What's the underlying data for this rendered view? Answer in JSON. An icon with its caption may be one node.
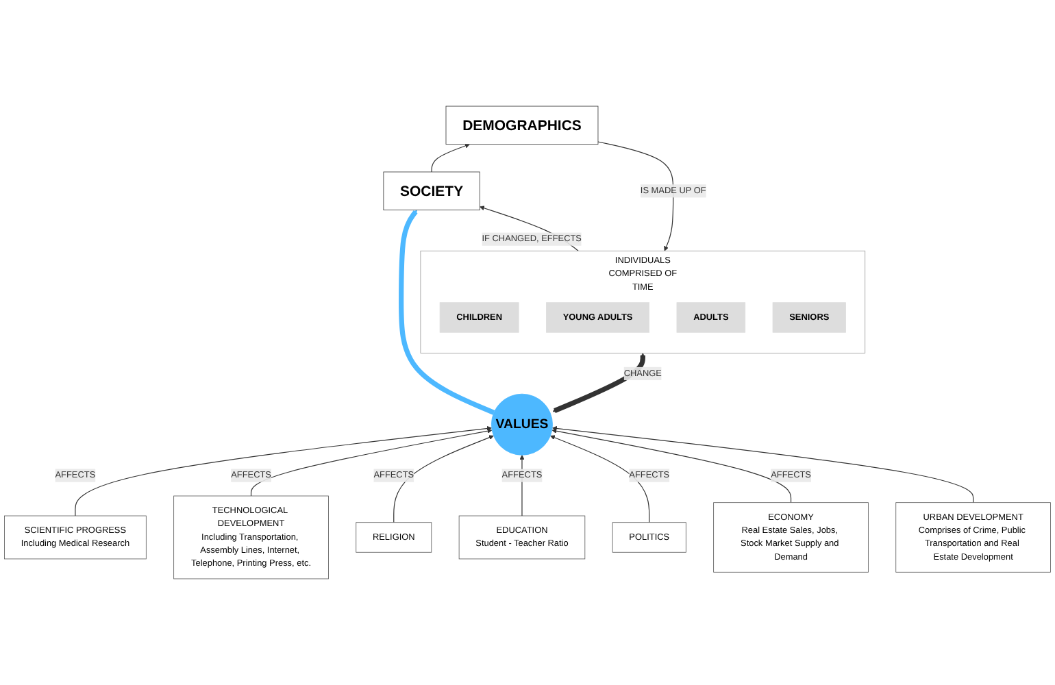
{
  "diagram": {
    "nodes": [
      {
        "text": [
          "DEMOGRAPHICS"
        ]
      },
      {
        "text": [
          "INDIVIDUALS",
          "COMPRISED OF",
          "TIME"
        ]
      },
      {
        "text": [
          "CHILDREN"
        ],
        "in": 1
      },
      {
        "text": [
          "YOUNG ADULTS"
        ],
        "in": 1
      },
      {
        "text": [
          "ADULTS"
        ],
        "in": 1
      },
      {
        "text": [
          "SENIORS"
        ],
        "in": 1
      },
      {
        "text": [
          "SOCIETY"
        ]
      },
      {
        "text": [
          "VALUES"
        ]
      },
      {
        "text": [
          "SCIENTIFIC PROGRESS",
          "Including Medical Research"
        ]
      },
      {
        "text": [
          "TECHNOLOGICAL DEVELOPMENT",
          "Including Transportation, Assembly Lines, Internet, Telephone, Printing Press, etc."
        ]
      },
      {
        "text": [
          "RELIGION"
        ]
      },
      {
        "text": [
          "EDUCATION",
          "Student - Teacher Ratio"
        ]
      },
      {
        "text": [
          "POLITICS"
        ]
      },
      {
        "text": [
          "ECONOMY",
          "Real Estate Sales, Jobs, Stock Market Supply and Demand"
        ]
      },
      {
        "text": [
          "URBAN DEVELOPMENT",
          "Comprises of Crime, Public Transportation and Real Estate Development"
        ]
      }
    ],
    "edges": [
      {
        "from": 0,
        "to": 1,
        "arrow": "to",
        "label": "IS MADE UP OF"
      },
      {
        "from": 1,
        "to": 6,
        "arrow": "to",
        "label": "IF CHANGED, EFFECTS"
      },
      {
        "from": 6,
        "to": 0,
        "arrow": "to"
      },
      {
        "from": 7,
        "to": 6,
        "arrow": "to",
        "style": "thick",
        "color": "#4db8ff"
      },
      {
        "from": 7,
        "to": 1,
        "arrow": "both",
        "label": "CHANGE",
        "style": "thick"
      },
      {
        "from": 8,
        "to": 7,
        "arrow": "to",
        "label": "AFFECTS"
      },
      {
        "from": 9,
        "to": 7,
        "arrow": "to",
        "label": "AFFECTS"
      },
      {
        "from": 10,
        "to": 7,
        "arrow": "to",
        "label": "AFFECTS"
      },
      {
        "from": 11,
        "to": 7,
        "arrow": "to",
        "label": "AFFECTS"
      },
      {
        "from": 12,
        "to": 7,
        "arrow": "to",
        "label": "AFFECTS"
      },
      {
        "from": 13,
        "to": 7,
        "arrow": "to",
        "label": "AFFECTS"
      },
      {
        "from": 14,
        "to": 7,
        "arrow": "to"
      }
    ]
  }
}
